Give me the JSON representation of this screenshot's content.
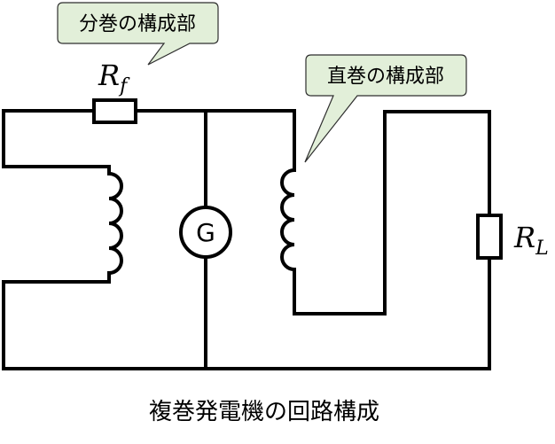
{
  "diagram": {
    "caption": "複巻発電機の回路構成",
    "callout_shunt": "分巻の構成部",
    "callout_series": "直巻の構成部",
    "generator_label": "G",
    "field_resistor": {
      "symbol": "R",
      "subscript": "f"
    },
    "load_resistor": {
      "symbol": "R",
      "subscript": "L"
    }
  },
  "colors": {
    "wire": "#000000",
    "callout_fill": "#e2efd9",
    "callout_border": "#2e2e2e"
  }
}
